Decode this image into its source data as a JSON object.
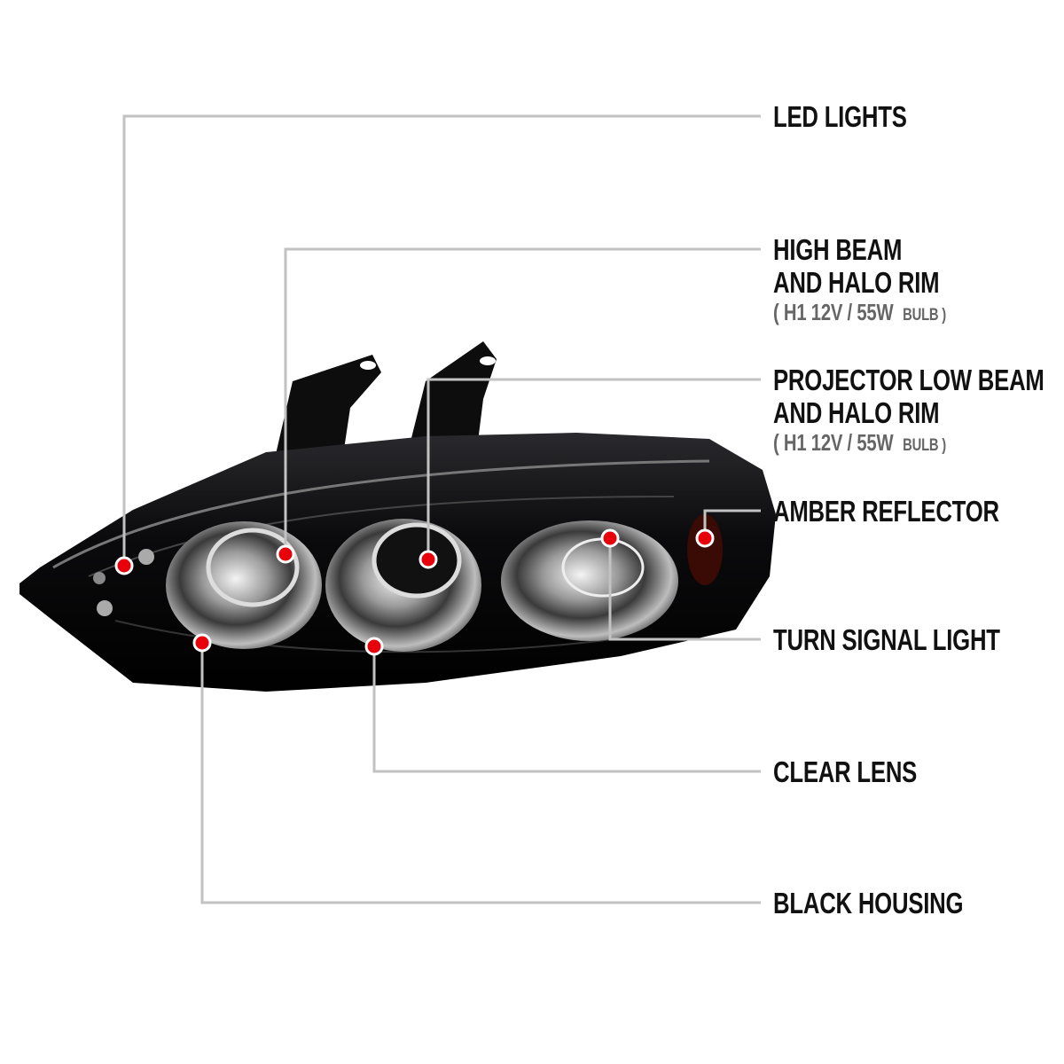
{
  "callouts": {
    "led_lights": {
      "title": "LED LIGHTS"
    },
    "high_beam": {
      "title_line1": "HIGH BEAM",
      "title_line2": "AND HALO RIM",
      "spec": "( H1  12V / 55W",
      "bulb": "BULB )"
    },
    "projector_low_beam": {
      "title_line1": "PROJECTOR LOW BEAM",
      "title_line2": "AND HALO RIM",
      "spec": "( H1  12V / 55W",
      "bulb": "BULB )"
    },
    "amber_reflector": {
      "title": "AMBER REFLECTOR"
    },
    "turn_signal": {
      "title": "TURN SIGNAL LIGHT"
    },
    "clear_lens": {
      "title": "CLEAR LENS"
    },
    "black_housing": {
      "title": "BLACK HOUSING"
    }
  },
  "colors": {
    "leader_line": "#c2c2c2",
    "marker": "#e8000b",
    "housing": "#0b0b0d"
  }
}
